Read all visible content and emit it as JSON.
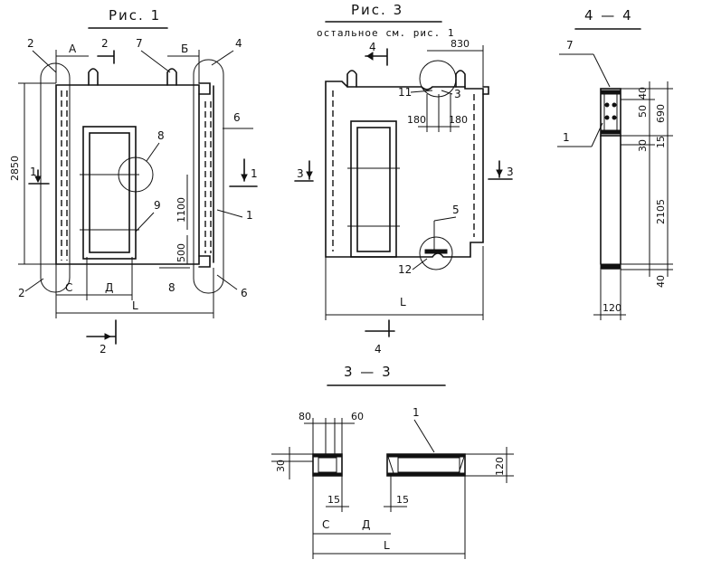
{
  "fig1": {
    "title": "Рис. 1",
    "labels": {
      "c2a": "2",
      "cA": "А",
      "c2b": "2",
      "c7": "7",
      "cB": "Б",
      "c4": "4",
      "c6a": "6",
      "c8a": "8",
      "c1l": "1",
      "c1r": "1",
      "c1b": "1",
      "c9": "9",
      "c2c": "2",
      "cC": "С",
      "cD": "Д",
      "c8b": "8",
      "c6b": "6",
      "cL": "L",
      "c2d": "2"
    },
    "dims": {
      "h2850": "2850",
      "h1100": "1100",
      "h500": "500"
    }
  },
  "fig3": {
    "title": "Рис. 3",
    "subtitle": "остальное см. рис. 1",
    "labels": {
      "c4a": "4",
      "c11": "11",
      "c3a": "3",
      "c3l": "3",
      "c3r": "3",
      "c5": "5",
      "c12": "12",
      "cL": "L",
      "c4b": "4"
    },
    "dims": {
      "d830": "830",
      "d180a": "180",
      "d180b": "180"
    }
  },
  "sec44": {
    "title": "4 — 4",
    "labels": {
      "c7": "7",
      "c1": "1"
    },
    "dims": {
      "d40a": "40",
      "d50": "50",
      "d690": "690",
      "d30": "30",
      "d15": "15",
      "d2105": "2105",
      "d40b": "40",
      "d120": "120"
    }
  },
  "sec33": {
    "title": "3 — 3",
    "labels": {
      "c1": "1",
      "cC": "С",
      "cD": "Д",
      "cL": "L"
    },
    "dims": {
      "d80": "80",
      "d60": "60",
      "d30": "30",
      "d120": "120",
      "d15a": "15",
      "d15b": "15"
    }
  }
}
